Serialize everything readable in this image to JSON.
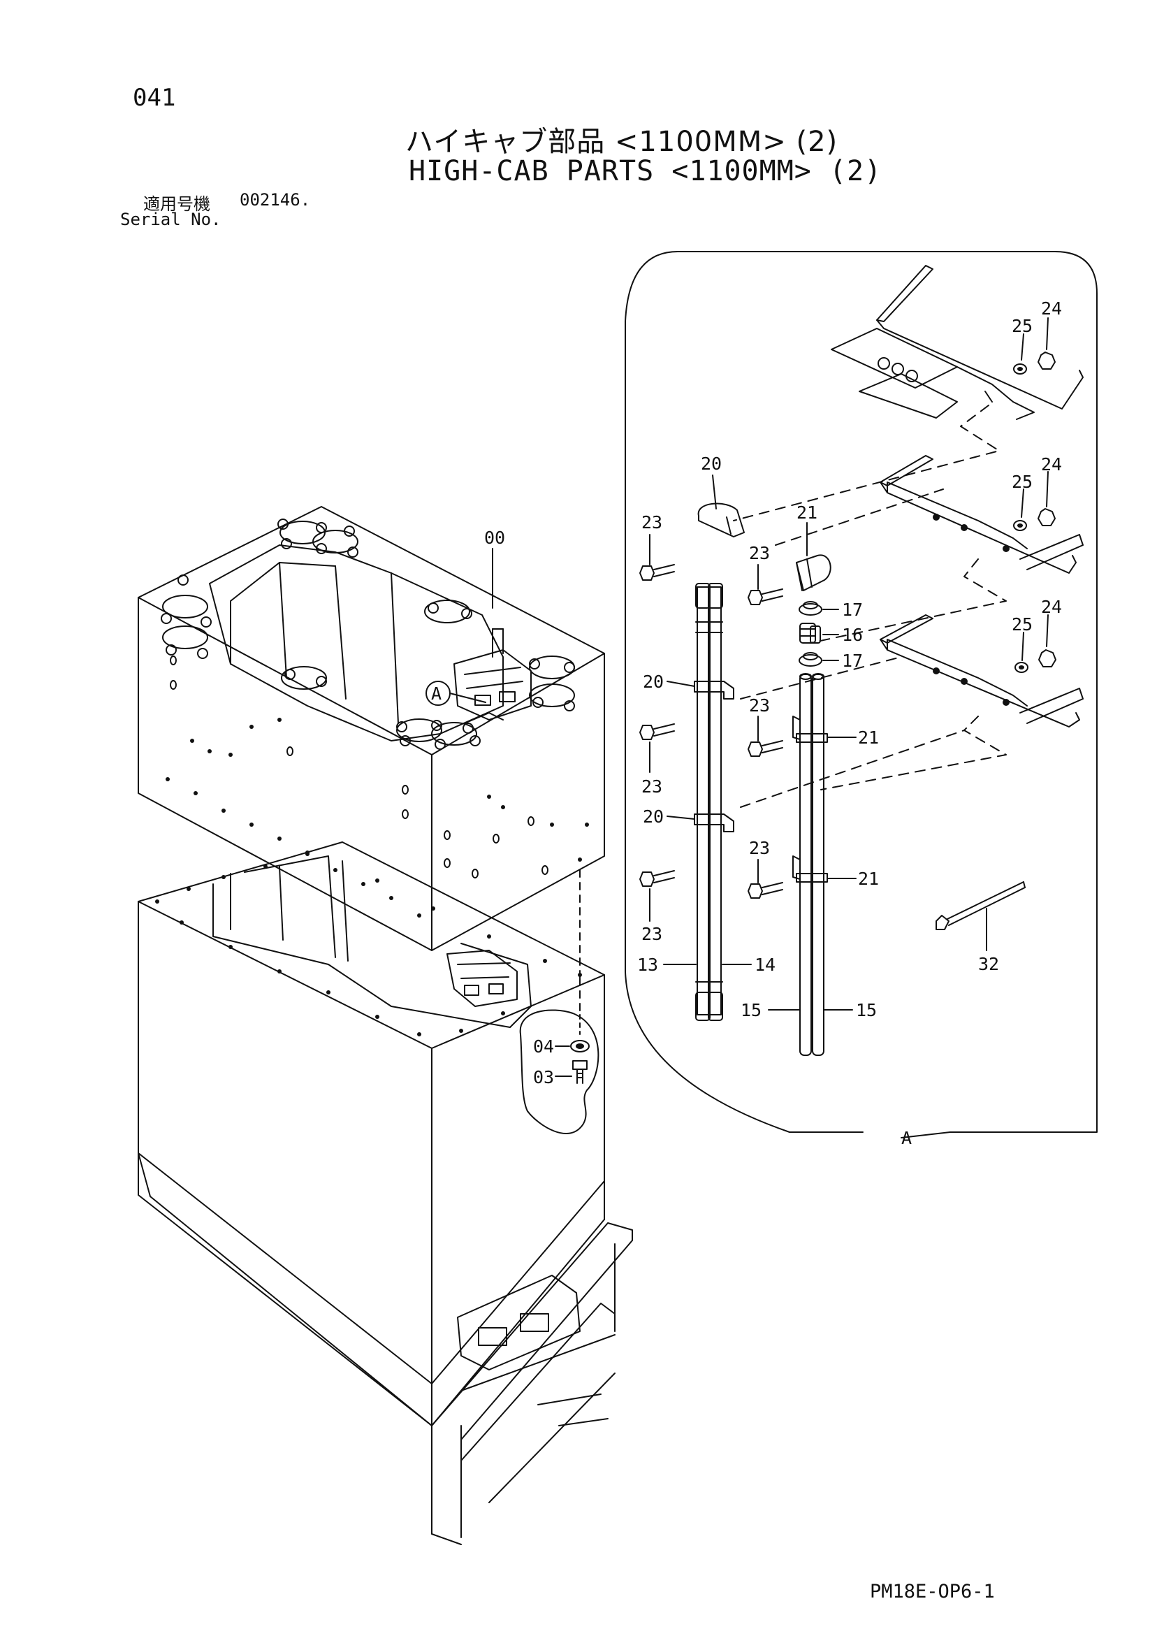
{
  "header": {
    "page_number": "041",
    "title_ja": "ハイキャブ部品 <1100MM> (2)",
    "title_en": "HIGH-CAB PARTS <1100MM> (2)"
  },
  "serial": {
    "label_ja": "適用号機",
    "label_en": "Serial No.",
    "value": "002146."
  },
  "footer": {
    "code": "PM18E-OP6-1"
  },
  "callouts": {
    "c00": "00",
    "c03": "03",
    "c04": "04",
    "c13": "13",
    "c14": "14",
    "c15a": "15",
    "c15b": "15",
    "c16": "16",
    "c17a": "17",
    "c17b": "17",
    "c20a": "20",
    "c20b": "20",
    "c20c": "20",
    "c21a": "21",
    "c21b": "21",
    "c21c": "21",
    "c23a": "23",
    "c23b": "23",
    "c23c": "23",
    "c23d": "23",
    "c23e": "23",
    "c23f": "23",
    "c24a": "24",
    "c24b": "24",
    "c24c": "24",
    "c25a": "25",
    "c25b": "25",
    "c25c": "25",
    "c32": "32",
    "detail_marker": "A",
    "detail_label": "A"
  },
  "colors": {
    "line": "#111111",
    "background": "#ffffff"
  }
}
